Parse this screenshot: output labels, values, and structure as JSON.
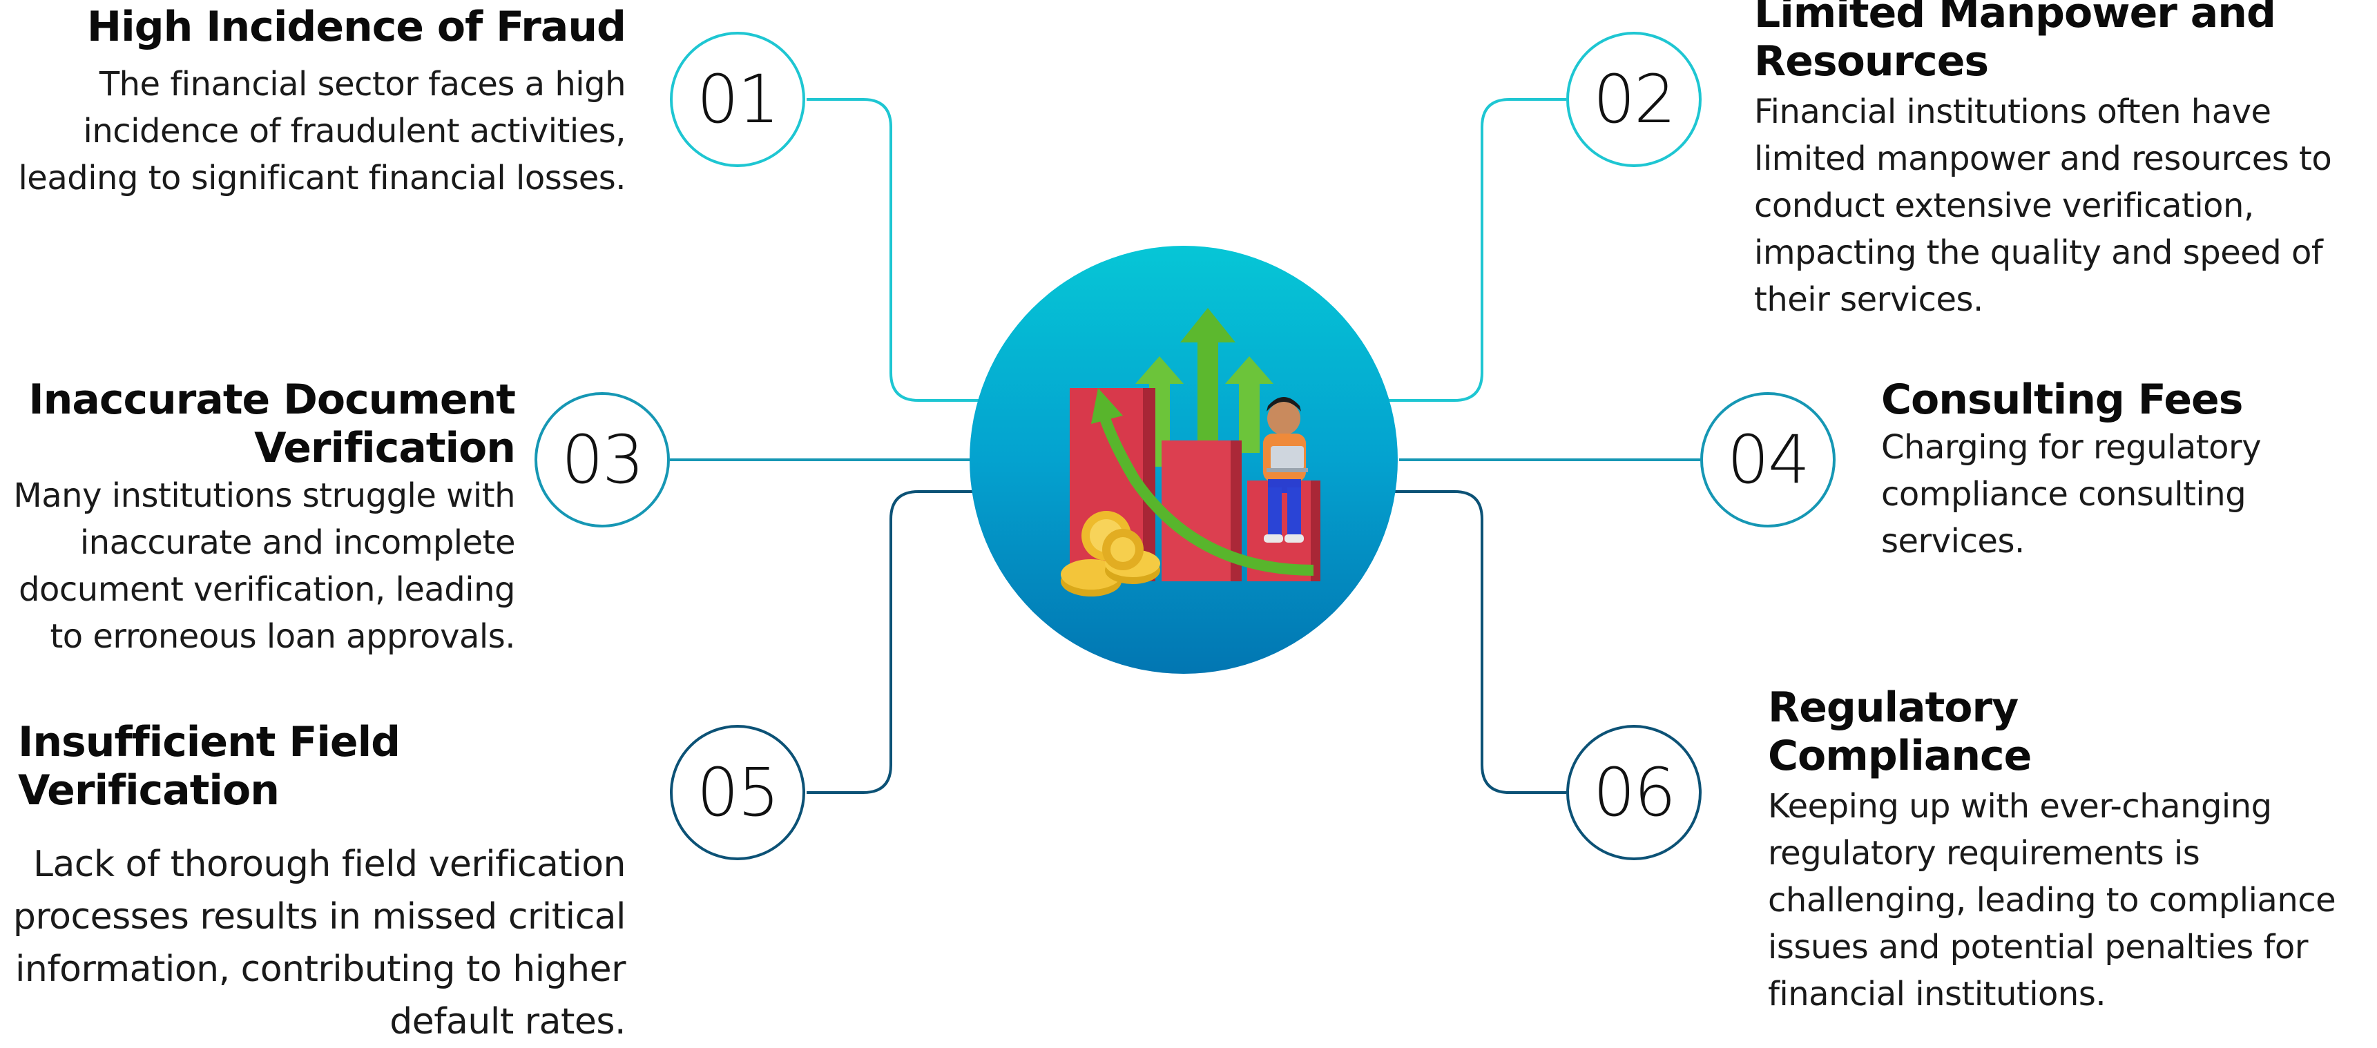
{
  "items": [
    {
      "number": "01",
      "title": "High Incidence of Fraud",
      "body": "The financial sector faces a high incidence of fraudulent activities, leading to significant financial losses."
    },
    {
      "number": "02",
      "title": "Limited Manpower and Resources",
      "body": "Financial institutions often have limited manpower and resources to conduct extensive verification, impacting the quality and speed of their services."
    },
    {
      "number": "03",
      "title": "Inaccurate Document Verification",
      "body": "Many institutions struggle with inaccurate and incomplete document verification, leading to erroneous loan approvals."
    },
    {
      "number": "04",
      "title": "Consulting Fees",
      "body": "Charging for regulatory compliance consulting services."
    },
    {
      "number": "05",
      "title": "Insufficient Field Verification",
      "body": "Lack of thorough field verification processes results in missed critical information, contributing to higher default rates."
    },
    {
      "number": "06",
      "title": "Regulatory Compliance",
      "body": "Keeping up with ever-changing regulatory requirements is challenging, leading to compliance issues and potential penalties for financial institutions."
    }
  ],
  "colors": {
    "cyan": "#1ec6d2",
    "teal": "#1697b4",
    "navy": "#0c5276",
    "hub_top": "#06c6d6",
    "hub_bottom": "#0276b2"
  },
  "hub_illustration": "growth-chart-with-person-and-coins-icon"
}
